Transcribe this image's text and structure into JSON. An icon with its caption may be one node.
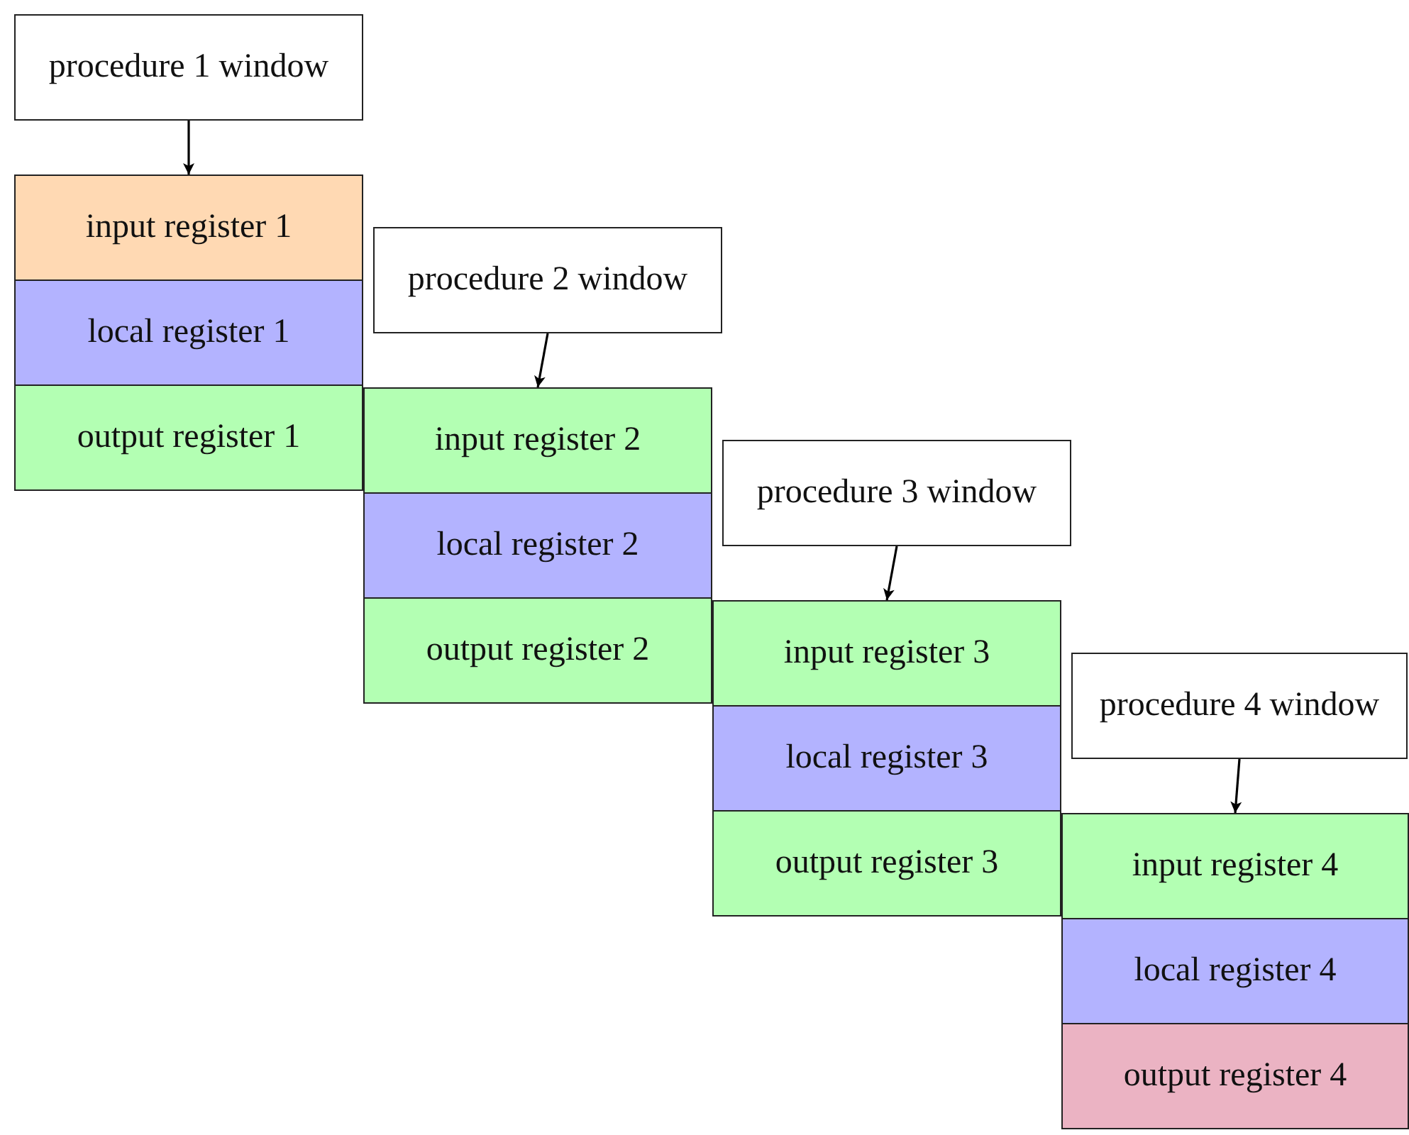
{
  "diagram": {
    "nodes": [
      {
        "text": [
          "procedure 1 window"
        ]
      },
      {
        "text": [
          "input register 1"
        ]
      },
      {
        "text": [
          "local register 1"
        ]
      },
      {
        "text": [
          "output register 1"
        ]
      },
      {
        "text": [
          "procedure 2 window"
        ]
      },
      {
        "text": [
          "input register 2"
        ]
      },
      {
        "text": [
          "local register 2"
        ]
      },
      {
        "text": [
          "output register 2"
        ]
      },
      {
        "text": [
          "procedure 3 window"
        ]
      },
      {
        "text": [
          "input register 3"
        ]
      },
      {
        "text": [
          "local register 3"
        ]
      },
      {
        "text": [
          "output register 3"
        ]
      },
      {
        "text": [
          "procedure 4 window"
        ]
      },
      {
        "text": [
          "input register 4"
        ]
      },
      {
        "text": [
          "local register 4"
        ]
      },
      {
        "text": [
          "output register 4"
        ]
      }
    ],
    "edges": [
      {
        "from": 0,
        "to": 1,
        "arrow": "to"
      },
      {
        "from": 4,
        "to": 5,
        "arrow": "to"
      },
      {
        "from": 8,
        "to": 9,
        "arrow": "to"
      },
      {
        "from": 12,
        "to": 13,
        "arrow": "to"
      }
    ]
  }
}
